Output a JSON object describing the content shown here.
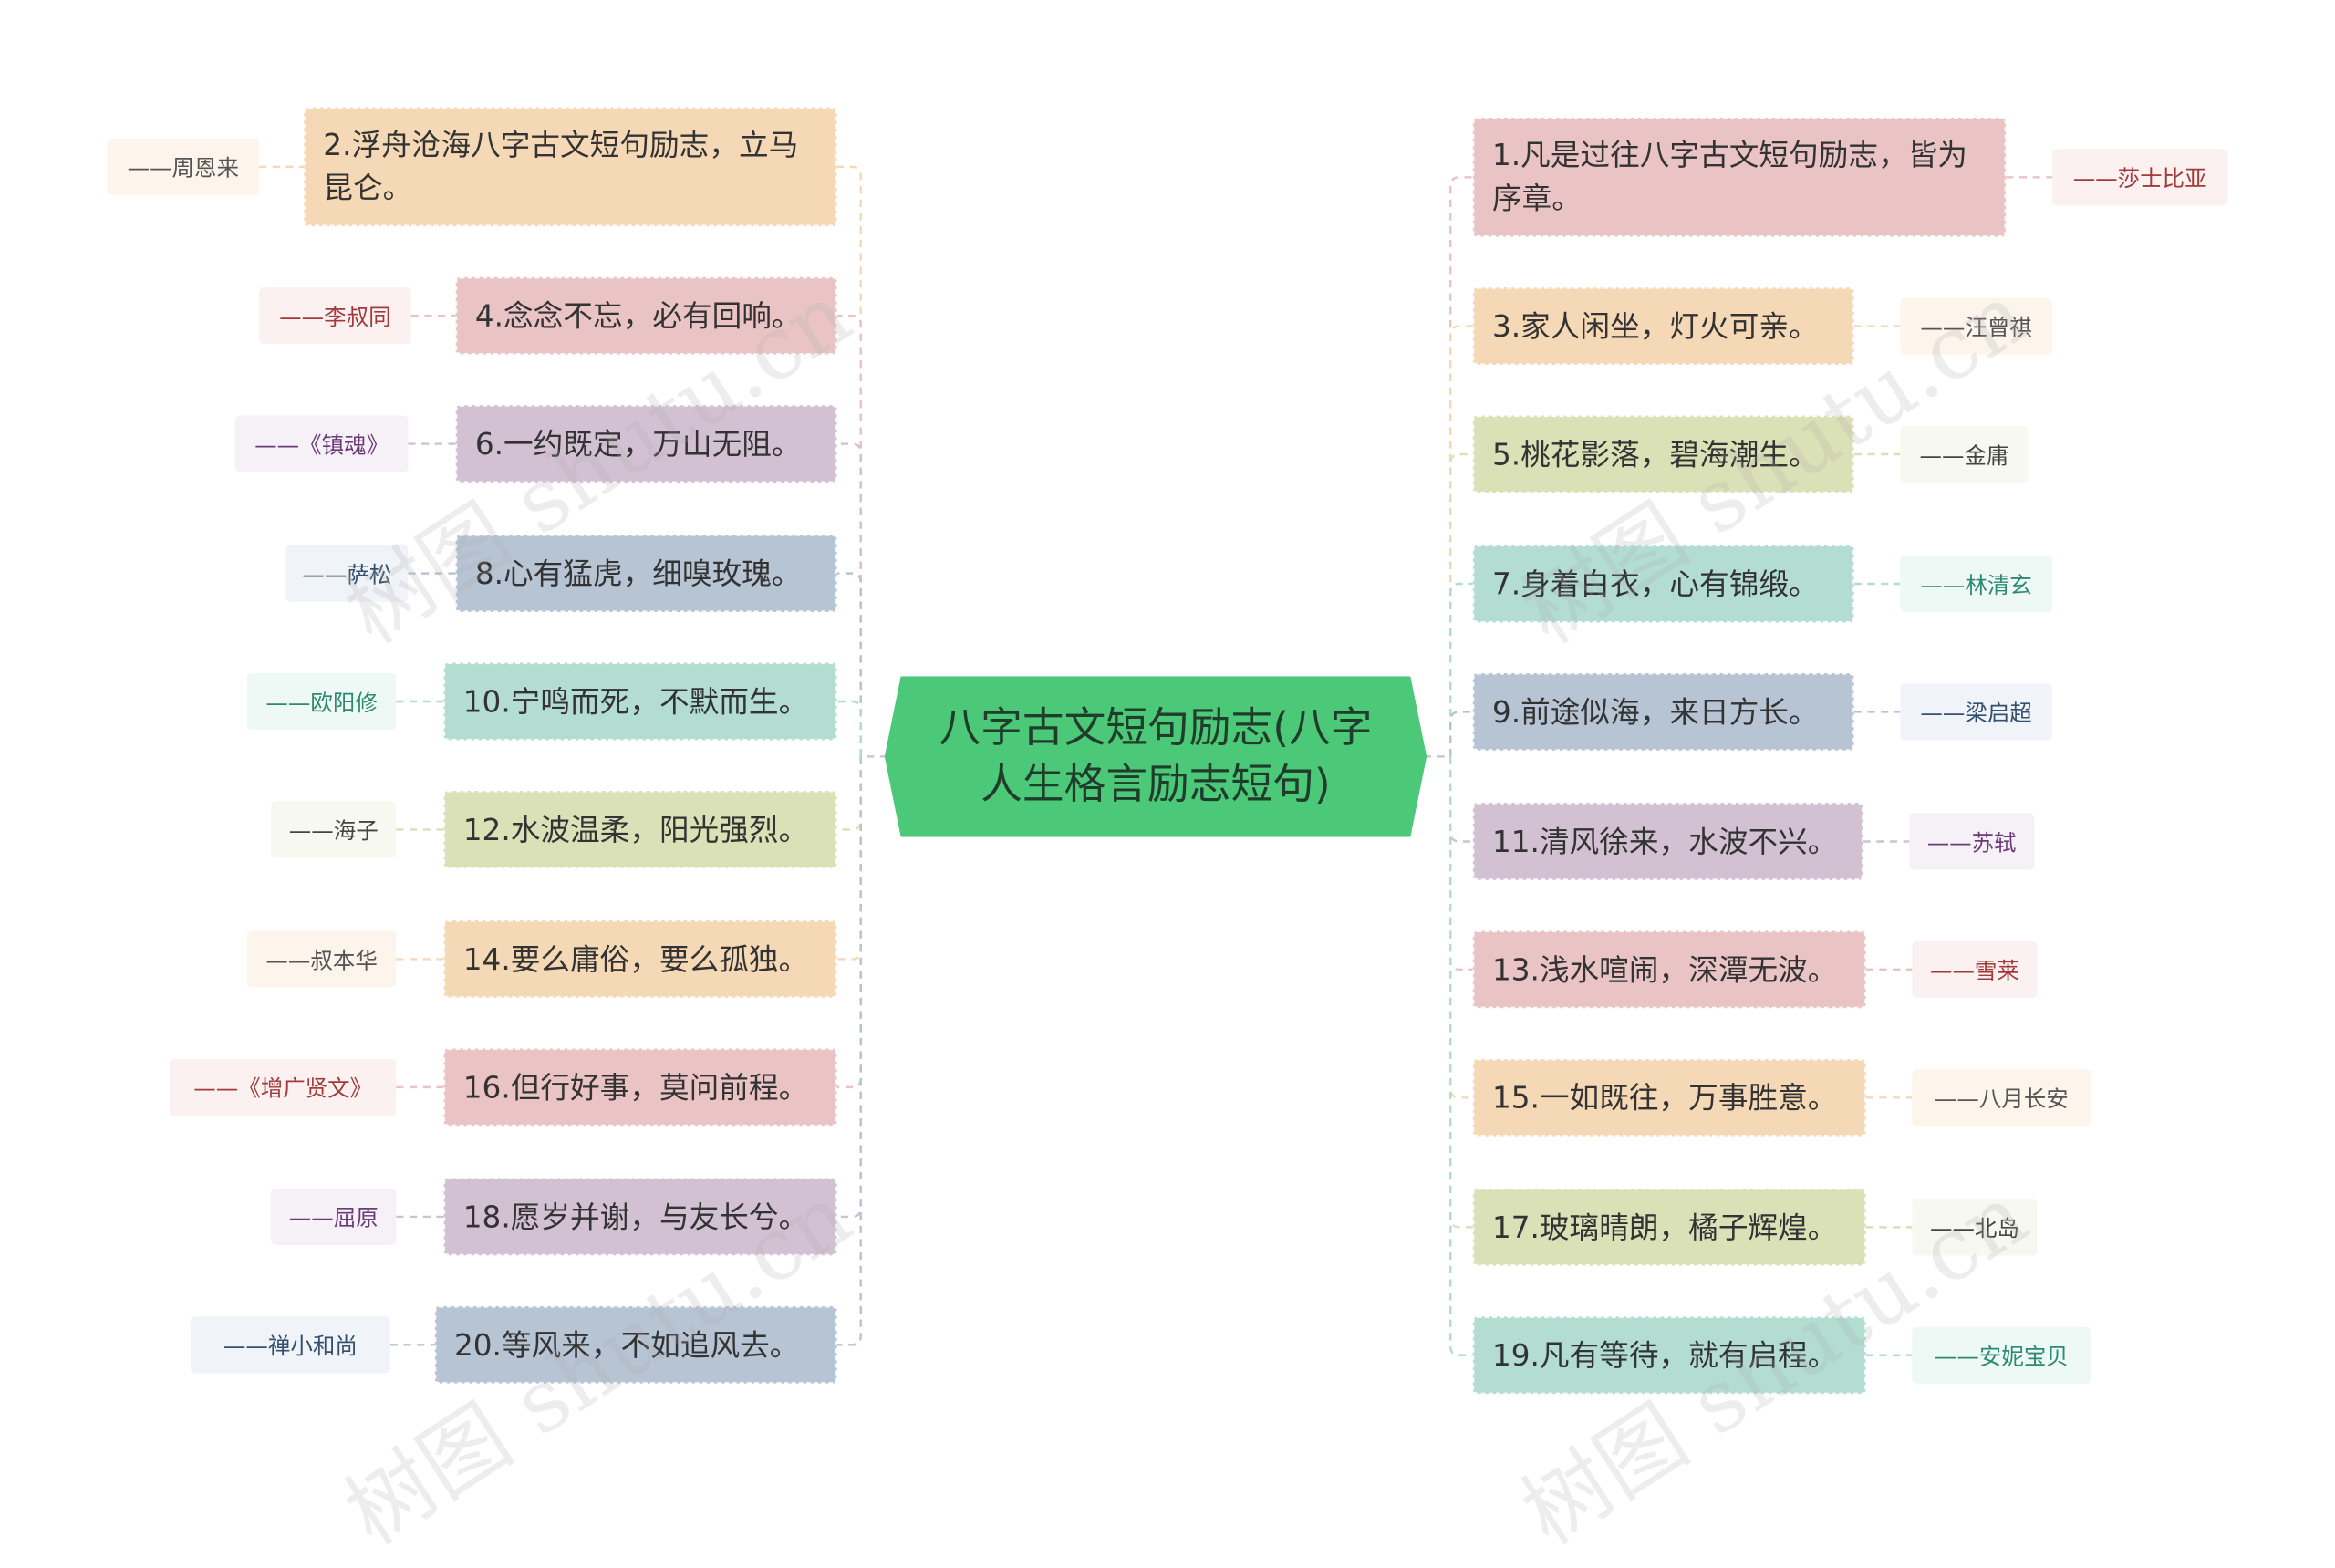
{
  "center": {
    "label": "八字古文短句励志(八字人生格言励志短句)",
    "color": "#4cc879"
  },
  "left": [
    {
      "text": "2.浮舟沧海八字古文短句励志，立马昆仑。",
      "author": "——周恩来",
      "bg": "#f5d9b6",
      "abg": "#fdf4ec",
      "ac": "#555555"
    },
    {
      "text": "4.念念不忘，必有回响。",
      "author": "——李叔同",
      "bg": "#eac4c4",
      "abg": "#fbf1f1",
      "ac": "#a33a3a"
    },
    {
      "text": "6.一约既定，万山无阻。",
      "author": "——《镇魂》",
      "bg": "#d2c1d3",
      "abg": "#f5f1f6",
      "ac": "#6b3a78"
    },
    {
      "text": "8.心有猛虎，细嗅玫瑰。",
      "author": "——萨松",
      "bg": "#b7c4d4",
      "abg": "#f0f3f7",
      "ac": "#34506e"
    },
    {
      "text": "10.宁鸣而死，不默而生。",
      "author": "——欧阳修",
      "bg": "#b2ddd0",
      "abg": "#eef8f5",
      "ac": "#2c8a6e"
    },
    {
      "text": "12.水波温柔，阳光强烈。",
      "author": "——海子",
      "bg": "#dbe1b7",
      "abg": "#f7f8ef",
      "ac": "#444444"
    },
    {
      "text": "14.要么庸俗，要么孤独。",
      "author": "——叔本华",
      "bg": "#f5d9b6",
      "abg": "#fdf4ec",
      "ac": "#555555"
    },
    {
      "text": "16.但行好事，莫问前程。",
      "author": "——《增广贤文》",
      "bg": "#eac4c4",
      "abg": "#fbf1f1",
      "ac": "#a33a3a"
    },
    {
      "text": "18.愿岁并谢，与友长兮。",
      "author": "——屈原",
      "bg": "#d2c1d3",
      "abg": "#f5f1f6",
      "ac": "#6b3a78"
    },
    {
      "text": "20.等风来，不如追风去。",
      "author": "——禅小和尚",
      "bg": "#b7c4d4",
      "abg": "#f0f3f7",
      "ac": "#34506e"
    }
  ],
  "right": [
    {
      "text": "1.凡是过往八字古文短句励志，皆为序章。",
      "author": "——莎士比亚",
      "bg": "#eac4c4",
      "abg": "#fbf1f1",
      "ac": "#a33a3a"
    },
    {
      "text": "3.家人闲坐，灯火可亲。",
      "author": "——汪曾祺",
      "bg": "#f5d9b6",
      "abg": "#fdf4ec",
      "ac": "#555555"
    },
    {
      "text": "5.桃花影落，碧海潮生。",
      "author": "——金庸",
      "bg": "#dbe1b7",
      "abg": "#f7f8ef",
      "ac": "#444444"
    },
    {
      "text": "7.身着白衣，心有锦缎。",
      "author": "——林清玄",
      "bg": "#b2ddd0",
      "abg": "#eef8f5",
      "ac": "#2c8a6e"
    },
    {
      "text": "9.前途似海，来日方长。",
      "author": "——梁启超",
      "bg": "#b7c4d4",
      "abg": "#f0f3f7",
      "ac": "#34506e"
    },
    {
      "text": "11.清风徐来，水波不兴。",
      "author": "——苏轼",
      "bg": "#d2c1d3",
      "abg": "#f5f1f6",
      "ac": "#6b3a78"
    },
    {
      "text": "13.浅水喧闹，深潭无波。",
      "author": "——雪莱",
      "bg": "#eac4c4",
      "abg": "#fbf1f1",
      "ac": "#a33a3a"
    },
    {
      "text": "15.一如既往，万事胜意。",
      "author": "——八月长安",
      "bg": "#f5d9b6",
      "abg": "#fdf4ec",
      "ac": "#555555"
    },
    {
      "text": "17.玻璃晴朗，橘子辉煌。",
      "author": "——北岛",
      "bg": "#dbe1b7",
      "abg": "#f7f8ef",
      "ac": "#444444"
    },
    {
      "text": "19.凡有等待，就有启程。",
      "author": "——安妮宝贝",
      "bg": "#b2ddd0",
      "abg": "#eef8f5",
      "ac": "#2c8a6e"
    }
  ],
  "watermark": "树图 shutu.cn"
}
